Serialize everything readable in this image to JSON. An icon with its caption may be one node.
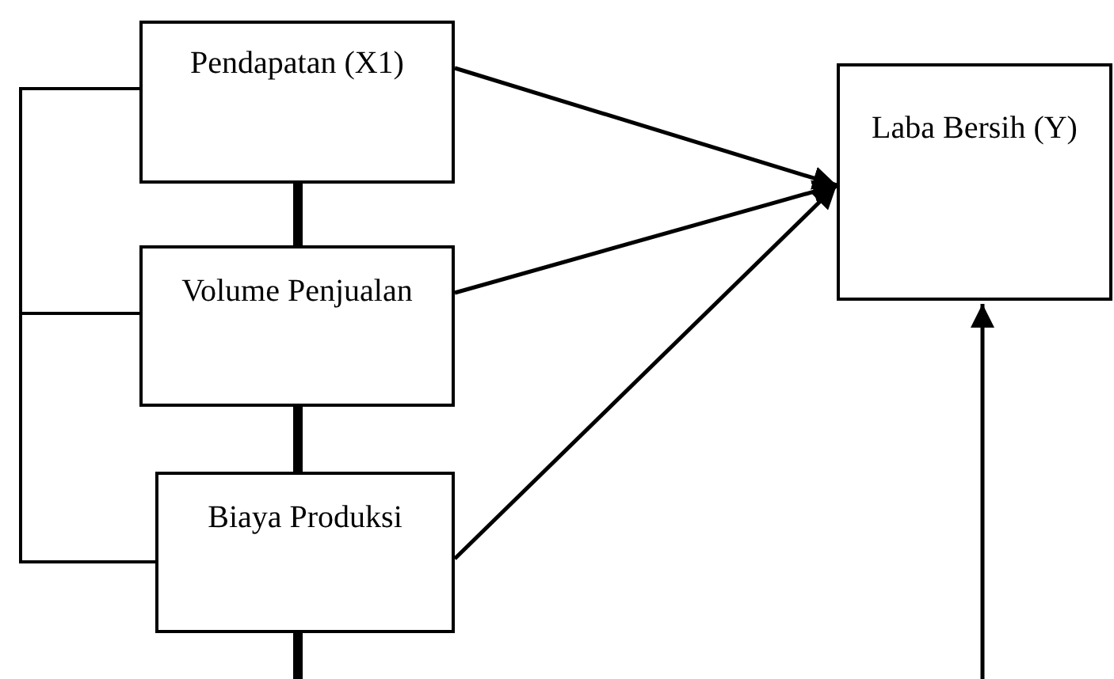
{
  "diagram": {
    "nodes": [
      {
        "text": [
          "Pendapatan (X1)"
        ]
      },
      {
        "text": [
          "Volume Penjualan"
        ]
      },
      {
        "text": [
          "Biaya Produksi"
        ]
      },
      {
        "text": [
          "Laba Bersih (Y)"
        ]
      }
    ],
    "edges": [
      {
        "from": 0,
        "to": 3,
        "arrow": "to"
      },
      {
        "from": 1,
        "to": 3,
        "arrow": "to"
      },
      {
        "from": 2,
        "to": 3,
        "arrow": "to"
      },
      {
        "from": 0,
        "to": 1,
        "arrow": "none",
        "style": "thick"
      },
      {
        "from": 1,
        "to": 2,
        "arrow": "none",
        "style": "thick"
      },
      {
        "from": 2,
        "to": null,
        "arrow": "none",
        "style": "thick"
      },
      {
        "from": null,
        "to": 3,
        "arrow": "to"
      },
      {
        "from": 0,
        "to": 1,
        "arrow": "none"
      },
      {
        "from": 1,
        "to": 2,
        "arrow": "none"
      }
    ]
  }
}
